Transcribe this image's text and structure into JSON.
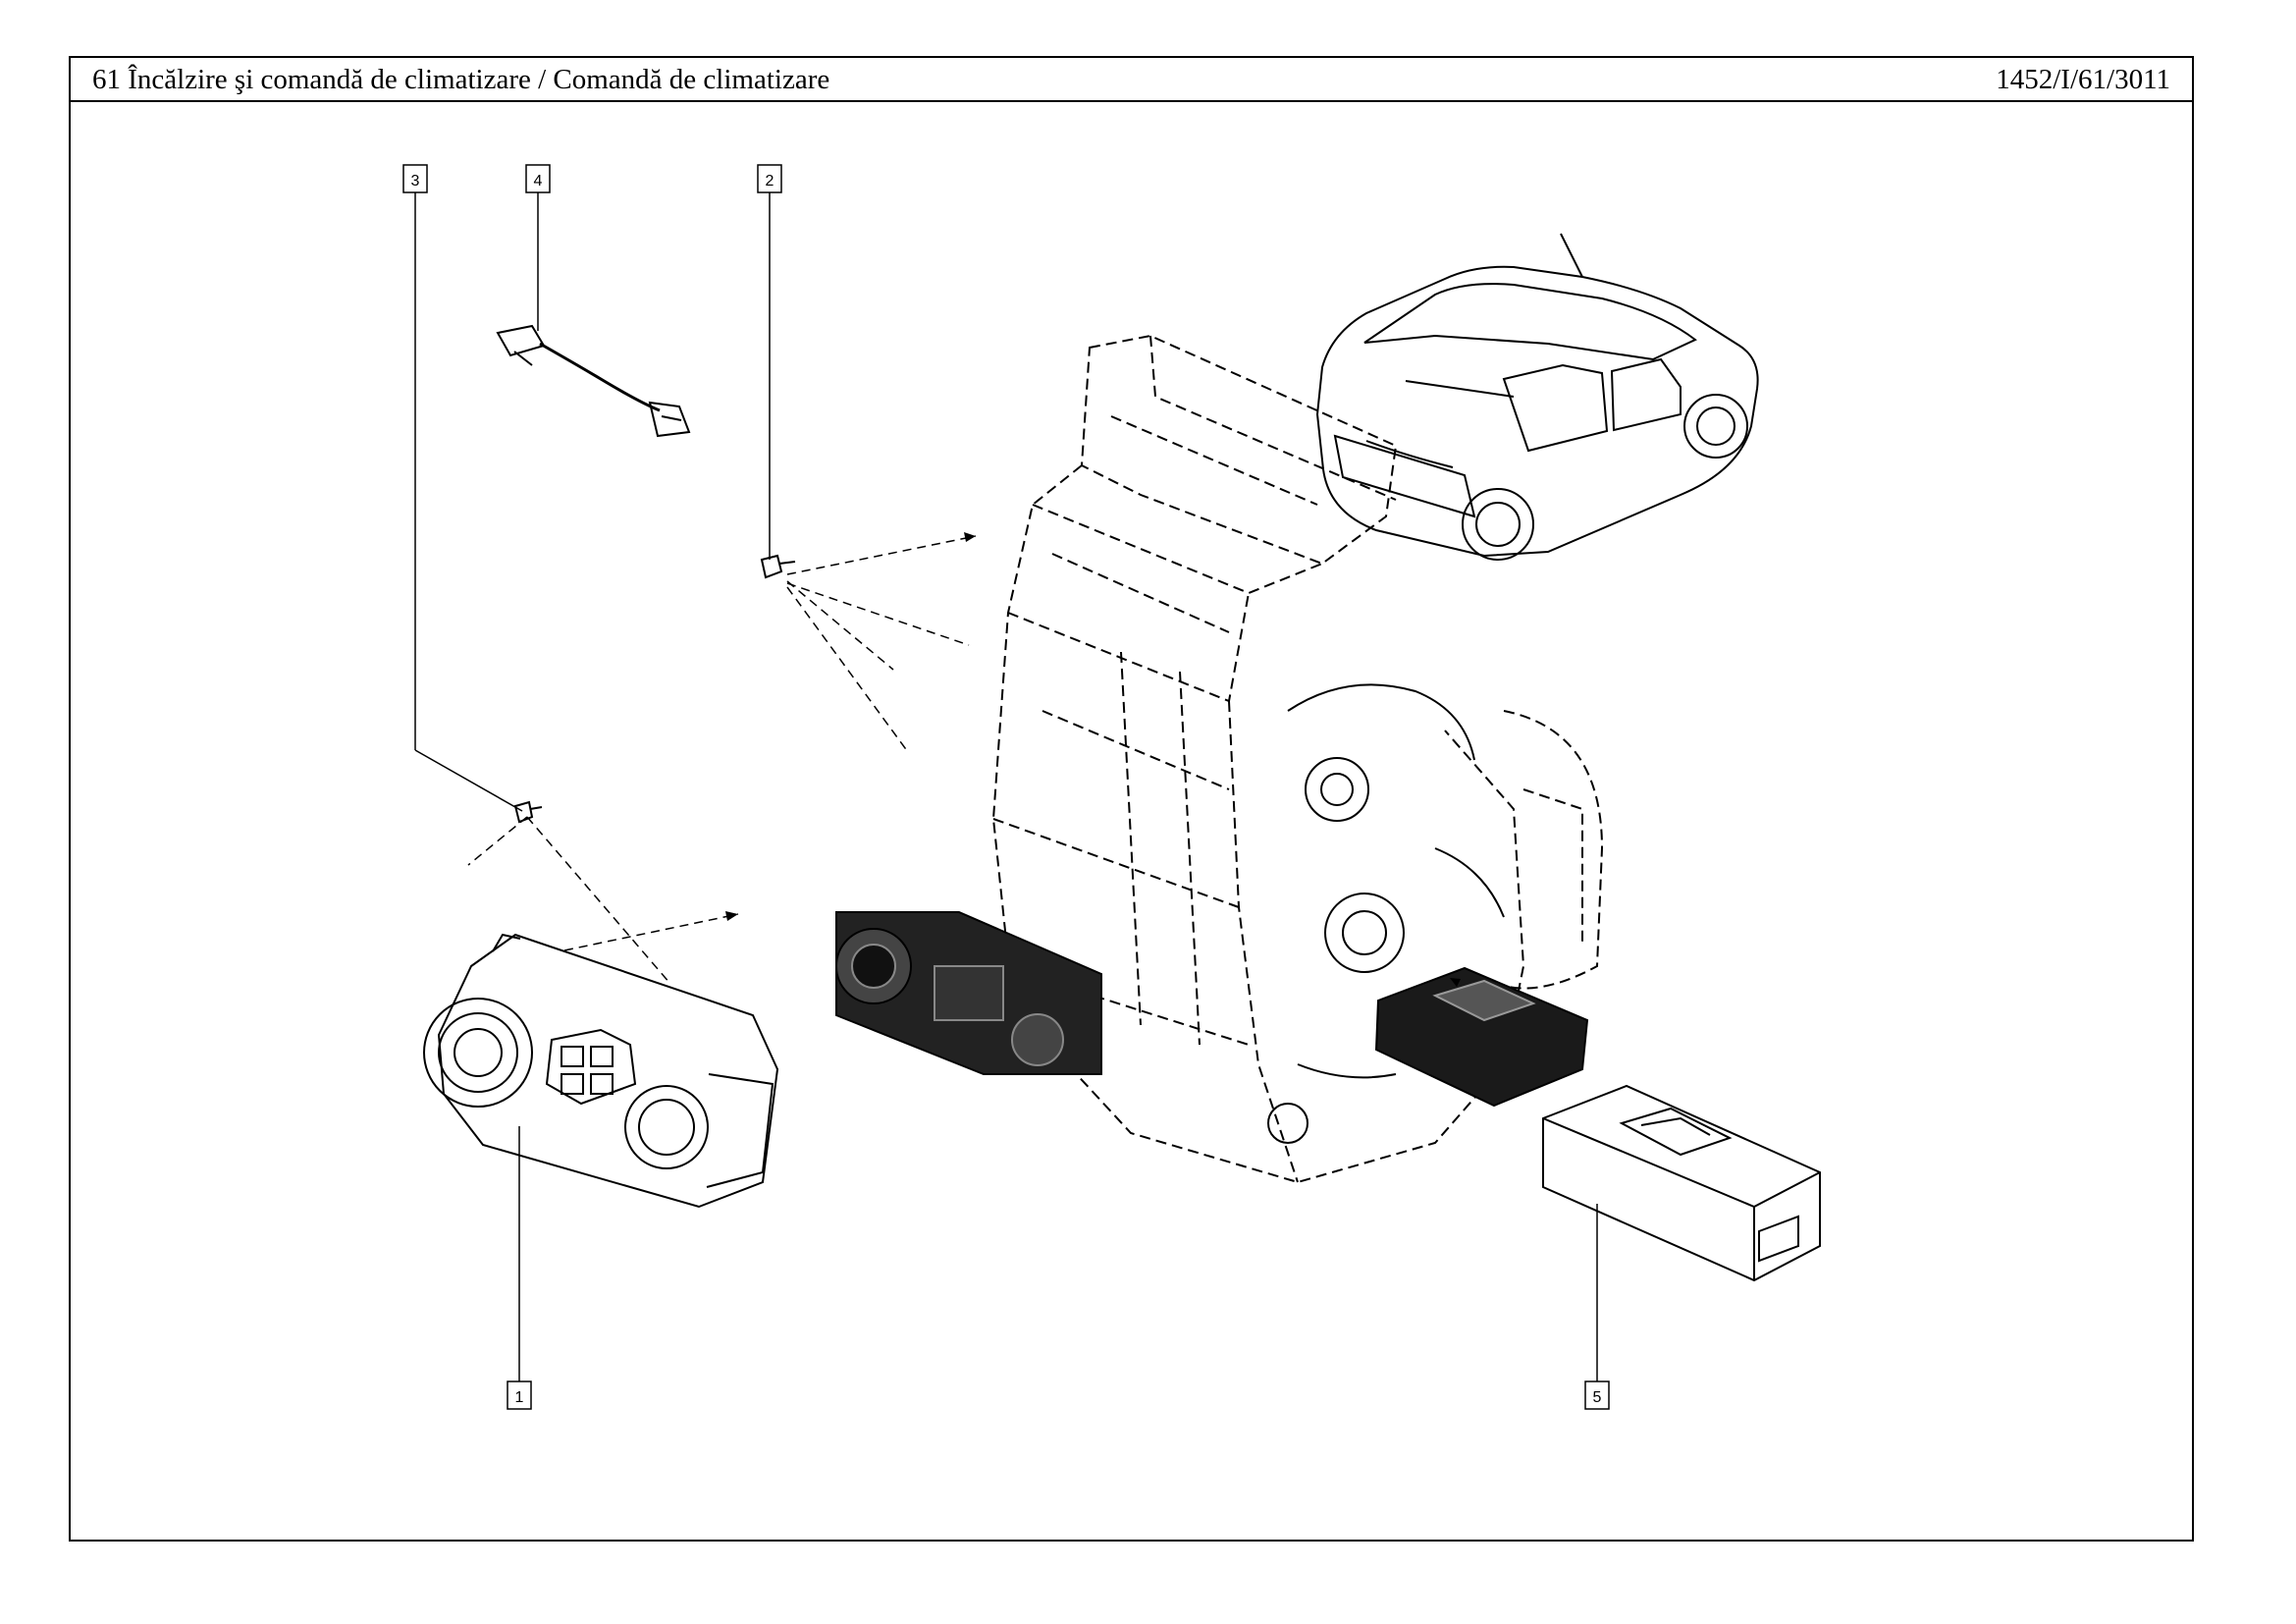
{
  "header": {
    "title": "61 Încălzire şi comandă de climatizare / Comandă de climatizare",
    "doc_ref": "1452/I/61/3011"
  },
  "callouts": [
    "1",
    "2",
    "3",
    "4",
    "5"
  ]
}
